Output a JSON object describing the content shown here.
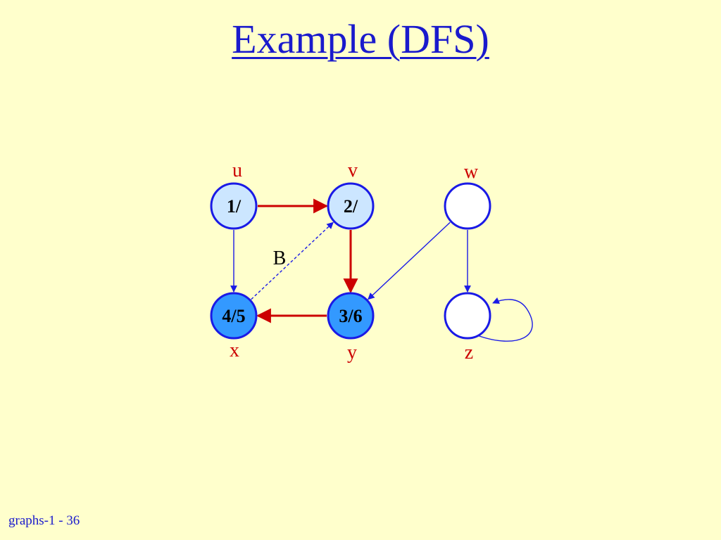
{
  "slide": {
    "title": "Example (DFS)",
    "footer": "graphs-1 - 36"
  },
  "colors": {
    "background": "#ffffcc",
    "title": "#1a1acc",
    "vertex_name": "#cc0000",
    "vertex_border": "#1a1ae6",
    "discovered_fill": "#cce6ff",
    "finished_fill": "#3399ff",
    "undiscovered_fill": "#ffffff",
    "tree_edge": "#cc0000",
    "edge": "#1a1ae6"
  },
  "graph": {
    "vertices": [
      {
        "id": "u",
        "name": "u",
        "time": "1/",
        "state": "discovered"
      },
      {
        "id": "v",
        "name": "v",
        "time": "2/",
        "state": "discovered"
      },
      {
        "id": "w",
        "name": "w",
        "time": "",
        "state": "undiscovered"
      },
      {
        "id": "x",
        "name": "x",
        "time": "4/5",
        "state": "finished"
      },
      {
        "id": "y",
        "name": "y",
        "time": "3/6",
        "state": "finished"
      },
      {
        "id": "z",
        "name": "z",
        "time": "",
        "state": "undiscovered"
      }
    ],
    "edges": [
      {
        "from": "u",
        "to": "v",
        "type": "tree",
        "label": ""
      },
      {
        "from": "u",
        "to": "x",
        "type": "normal",
        "label": ""
      },
      {
        "from": "v",
        "to": "y",
        "type": "tree",
        "label": ""
      },
      {
        "from": "y",
        "to": "x",
        "type": "tree",
        "label": ""
      },
      {
        "from": "x",
        "to": "v",
        "type": "back",
        "label": "B"
      },
      {
        "from": "w",
        "to": "y",
        "type": "normal",
        "label": ""
      },
      {
        "from": "w",
        "to": "z",
        "type": "normal",
        "label": ""
      },
      {
        "from": "z",
        "to": "z",
        "type": "normal",
        "label": ""
      }
    ]
  }
}
